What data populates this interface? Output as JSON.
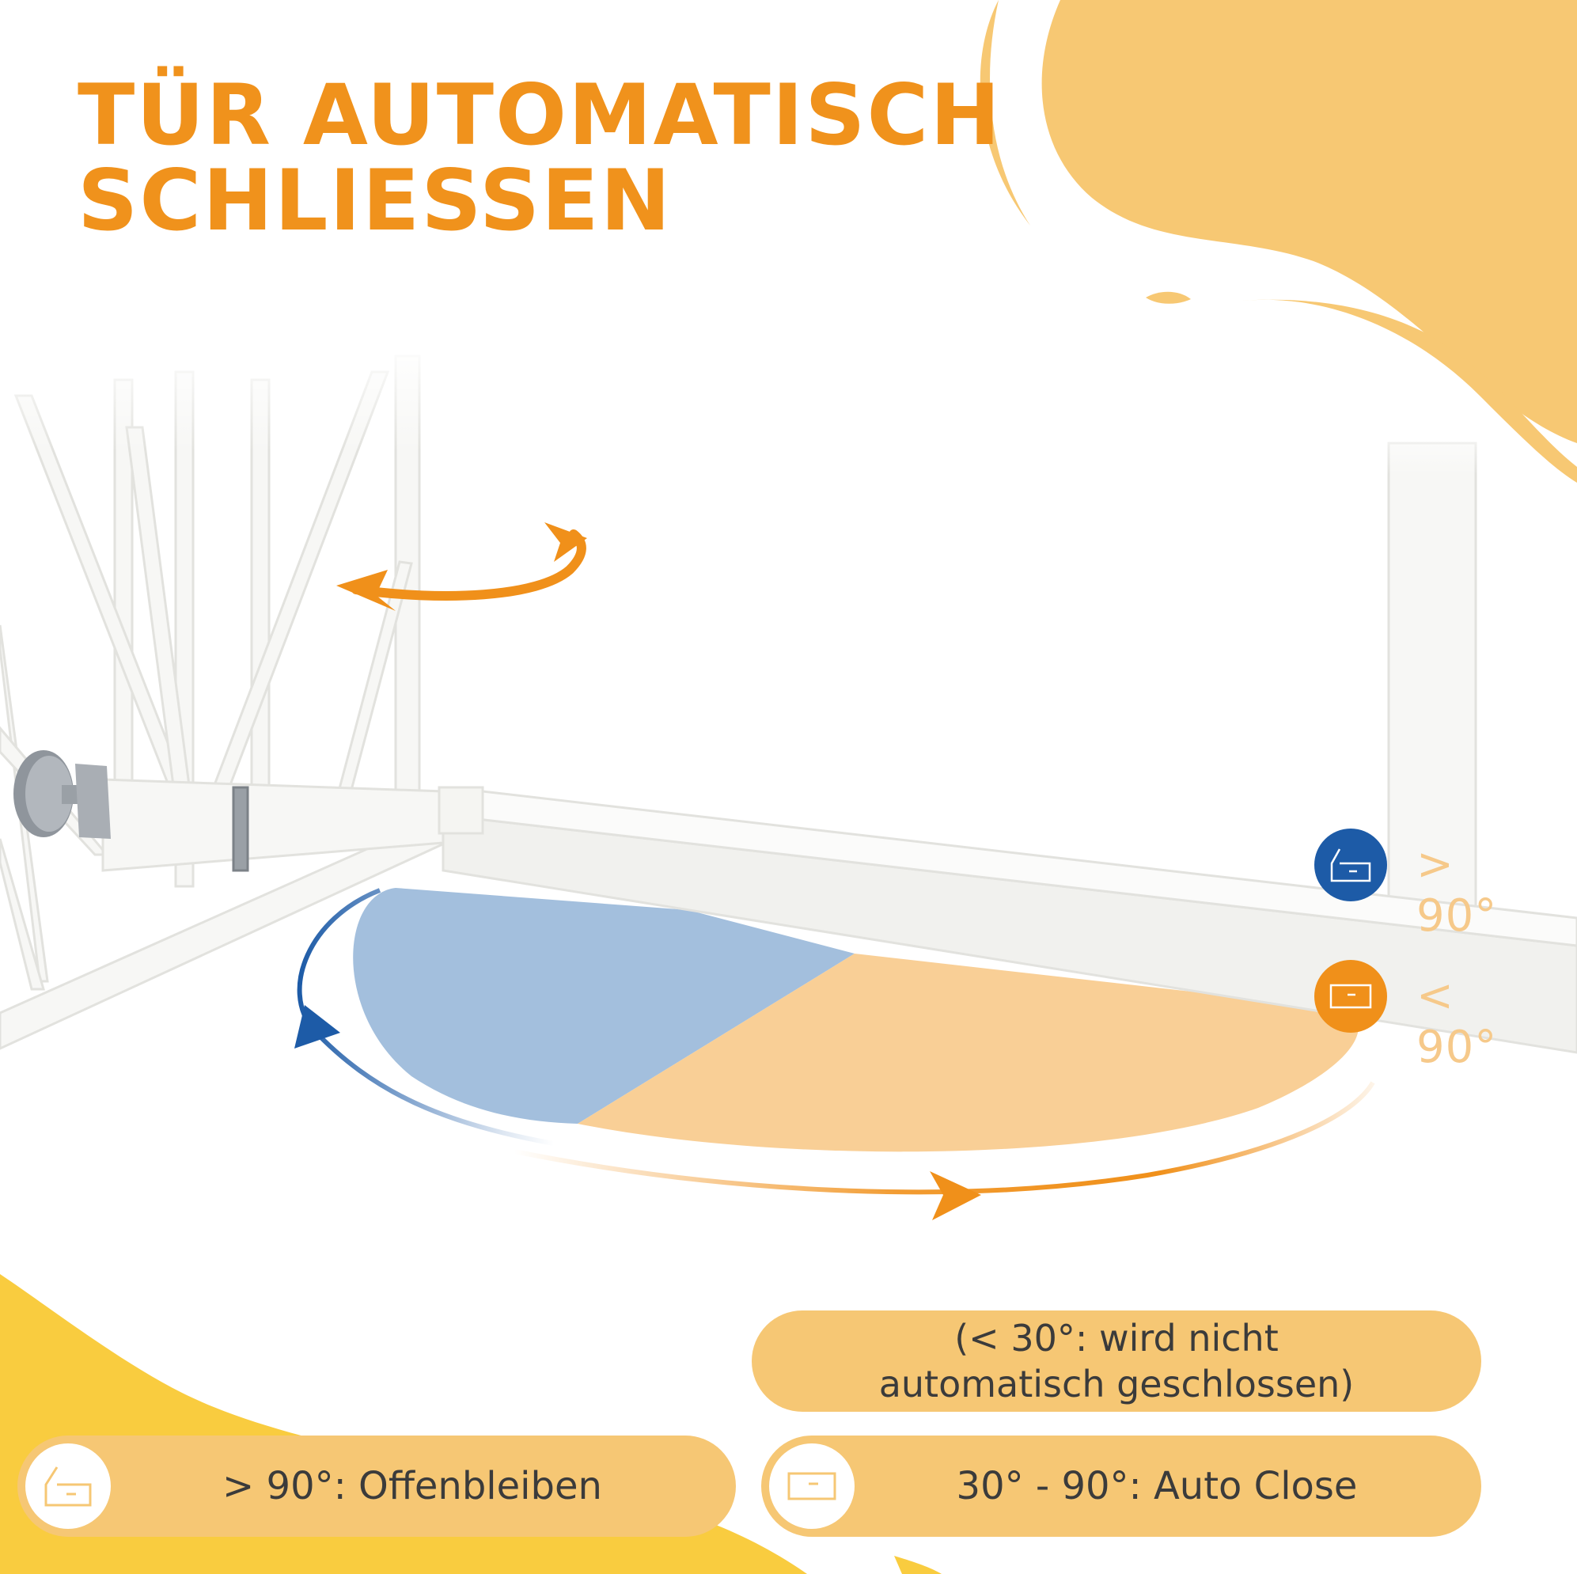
{
  "title": {
    "line1": "TÜR AUTOMATISCH",
    "line2": "SCHLIESSEN"
  },
  "angle_legend": [
    {
      "icon": "door-open-icon",
      "label": "> 90°",
      "color": "#1d5ba7"
    },
    {
      "icon": "door-closed-icon",
      "label": "< 90°",
      "color": "#f0901a"
    }
  ],
  "note": {
    "line1": "(< 30°: wird nicht",
    "line2": "automatisch geschlossen)"
  },
  "modes": {
    "stay_open": {
      "icon": "door-open-icon",
      "label": "> 90°: Offenbleiben"
    },
    "auto_close": {
      "icon": "door-closed-icon",
      "label": "30° - 90°: Auto Close"
    }
  },
  "colors": {
    "accent_orange": "#f0921c",
    "pill_yellow": "#f6c774",
    "blob_yellow": "#f7c873",
    "zone_blue": "#a3bfdd",
    "zone_orange": "#f9cf96",
    "arrow_blue": "#1d5ba7"
  }
}
